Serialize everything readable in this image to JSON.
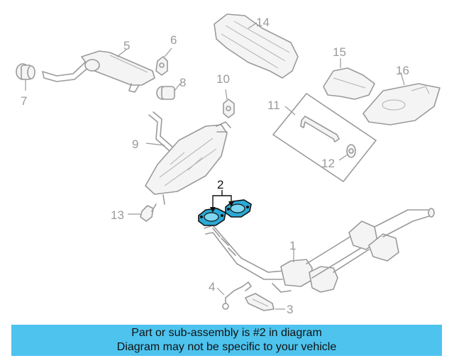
{
  "callouts": [
    "1",
    "2",
    "3",
    "4",
    "5",
    "6",
    "7",
    "8",
    "9",
    "10",
    "11",
    "12",
    "13",
    "14",
    "15",
    "16"
  ],
  "highlight_part": "2",
  "banner": {
    "line1": "Part or sub-assembly is #2 in diagram",
    "line2": "Diagram may not be specific to your vehicle"
  },
  "colors": {
    "highlight": "#2aa9d6",
    "banner_bg": "#4dc3ee",
    "line_art": "#9a9a9a"
  }
}
